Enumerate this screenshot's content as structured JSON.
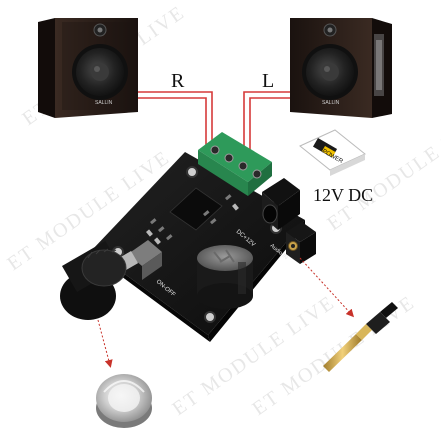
{
  "labels": {
    "right_channel": "R",
    "left_channel": "L",
    "power_input": "12V DC",
    "power_badge": "POWER",
    "speaker_brand": "SALLIN",
    "silk_power": "DC+12V",
    "silk_switch": "ON-OFF",
    "silk_audio": "Audio IN"
  },
  "watermark": {
    "text": "ET MODULE LIVE",
    "text_short": "ET MODULE LIV"
  },
  "colors": {
    "speaker_cabinet": "#2b1d17",
    "speaker_cone": "#2a2a2a",
    "board": "#161616",
    "terminal_block": "#2e9a5a",
    "wire_red": "#d63a3a",
    "arrow_red": "#c8322a",
    "knob": "#1b1b1b",
    "jack_gold": "#c9a24a"
  },
  "icons": {
    "speaker_left": "speaker-icon",
    "speaker_right": "speaker-icon",
    "power_adapter": "power-plug-icon",
    "audio_plug": "audio-jack-icon",
    "knob_cap": "knob-cap-icon"
  }
}
